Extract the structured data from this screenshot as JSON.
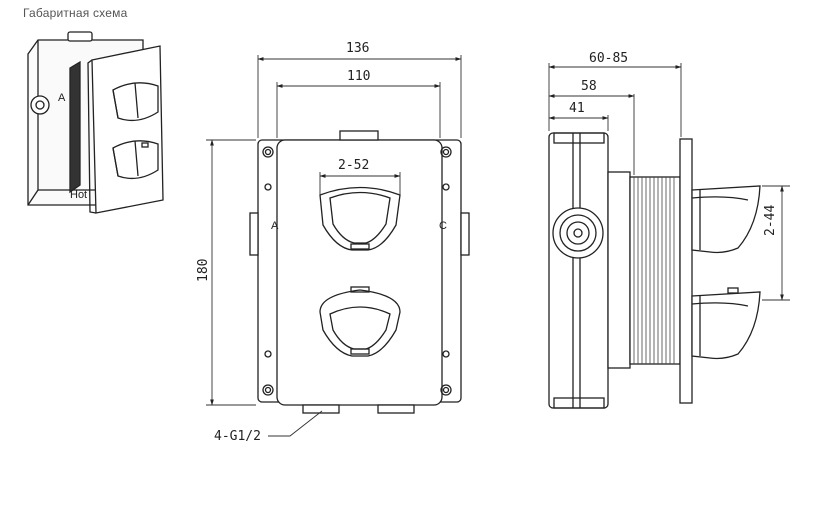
{
  "caption": "Габаритная схема",
  "dimensions": {
    "overall_width": "136",
    "hole_spacing": "110",
    "overall_height": "180",
    "knob_width": "2-52",
    "connections": "4-G1/2",
    "installation_depth": "60-85",
    "body_depth": "58",
    "cover_depth": "41",
    "knob_height": "2-44"
  },
  "iso_labels": {
    "port": "A",
    "knob": "Hot"
  },
  "front_marks": {
    "left": "A",
    "right": "C"
  },
  "colors": {
    "line": "#222222",
    "dim_line": "#333333",
    "light": "#dddddd"
  }
}
